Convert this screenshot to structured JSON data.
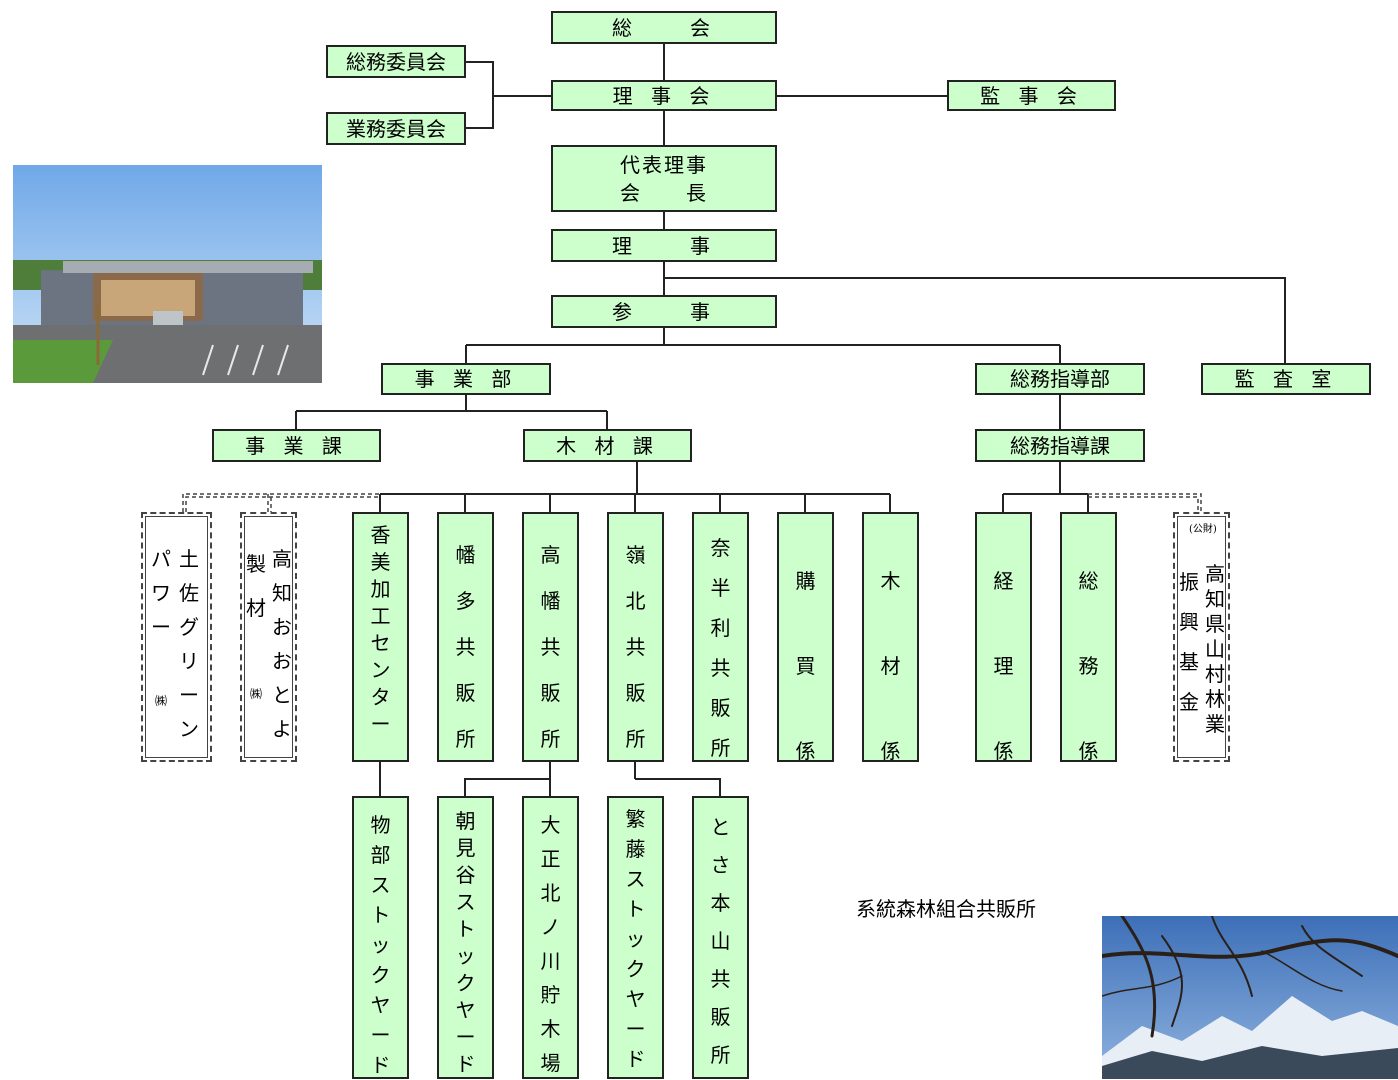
{
  "nodes": {
    "soukai": "総　　会",
    "soumu_iinkai": "総務委員会",
    "gyoumu_iinkai": "業務委員会",
    "rijikai": "理 事 会",
    "kanjikai": "監 事 会",
    "daihyo": "代表理事\n会　　長",
    "riji": "理　　事",
    "sanji": "参　　事",
    "jigyoubu": "事 業 部",
    "soumushidoubu": "総務指導部",
    "kansashitsu": "監 査 室",
    "jigyouka": "事 業 課",
    "mokuzaika": "木 材 課",
    "soumushidouka": "総務指導課"
  },
  "vertical_boxes": {
    "kagami": [
      "香",
      "美",
      "加",
      "工",
      "セ",
      "ン",
      "タ",
      "ー"
    ],
    "hata": [
      "幡",
      "多",
      "共",
      "販",
      "所"
    ],
    "takahata": [
      "高",
      "幡",
      "共",
      "販",
      "所"
    ],
    "reihoku": [
      "嶺",
      "北",
      "共",
      "販",
      "所"
    ],
    "nahari": [
      "奈",
      "半",
      "利",
      "共",
      "販",
      "所"
    ],
    "kobai": [
      "購",
      "買",
      "係"
    ],
    "mokuzai": [
      "木",
      "材",
      "係"
    ],
    "keiri": [
      "経",
      "理",
      "係"
    ],
    "soumu": [
      "総",
      "務",
      "係"
    ],
    "monobe": [
      "物",
      "部",
      "ス",
      "ト",
      "ッ",
      "ク",
      "ヤ",
      "ー",
      "ド"
    ],
    "asamidani": [
      "朝",
      "見",
      "谷",
      "ス",
      "ト",
      "ッ",
      "ク",
      "ヤ",
      "ー",
      "ド"
    ],
    "taisho": [
      "大",
      "正",
      "北",
      "ノ",
      "川",
      "貯",
      "木",
      "場"
    ],
    "shigefuji": [
      "繁",
      "藤",
      "ス",
      "ト",
      "ッ",
      "ク",
      "ヤ",
      "ー",
      "ド"
    ],
    "tosamotoyama": [
      "と",
      "さ",
      "本",
      "山",
      "共",
      "販",
      "所"
    ]
  },
  "dashed_boxes": {
    "tosa_green": {
      "col1": [
        "土",
        "佐",
        "グ",
        "リ",
        "ー",
        "ン"
      ],
      "col2": [
        "パ",
        "ワ",
        "ー",
        "㈱"
      ]
    },
    "kochi_otoyo": {
      "col1": [
        "高",
        "知",
        "お",
        "お",
        "と",
        "よ"
      ],
      "col2": [
        "製",
        "材",
        "㈱"
      ]
    },
    "kochi_sanson": {
      "prefix": "(公財)",
      "col1": [
        "高",
        "知",
        "県",
        "山",
        "村",
        "林",
        "業"
      ],
      "col2": [
        "振",
        "興",
        "基",
        "金"
      ]
    }
  },
  "caption": "系統森林組合共販所"
}
